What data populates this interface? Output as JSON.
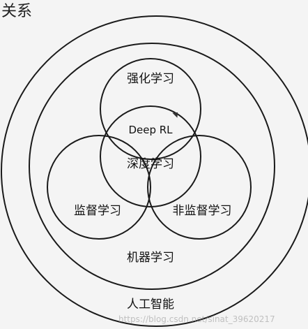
{
  "header": {
    "title": "关系"
  },
  "diagram": {
    "labels": {
      "ai": "人工智能",
      "ml": "机器学习",
      "rl": "强化学习",
      "deep_rl": "Deep RL",
      "dl": "深度学习",
      "supervised": "监督学习",
      "unsupervised": "非监督学习"
    }
  },
  "watermark": {
    "text": "https://blog.csdn.net/sinat_39620217"
  }
}
